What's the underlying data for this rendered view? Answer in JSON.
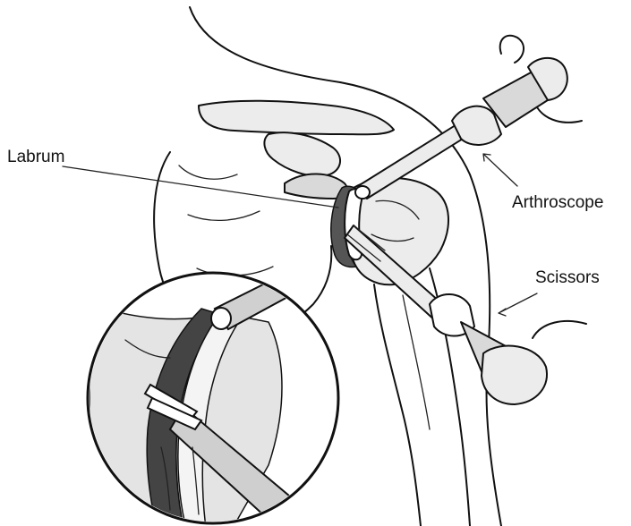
{
  "labels": {
    "labrum": "Labrum",
    "arthroscope": "Arthroscope",
    "scissors": "Scissors"
  },
  "style": {
    "ink_color": "#111111",
    "shade_color": "#d9d9d9",
    "dark_color": "#555555",
    "background": "#ffffff"
  }
}
